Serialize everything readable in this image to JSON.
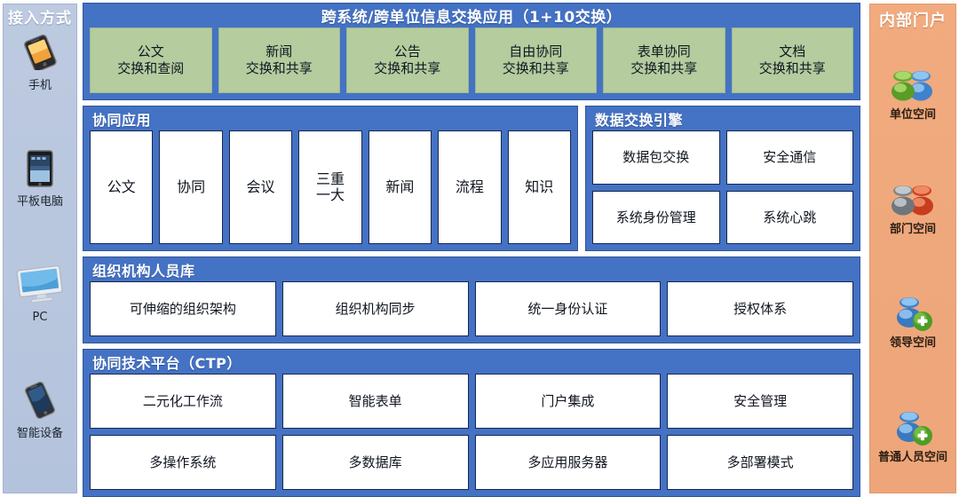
{
  "access": {
    "title": "接入方式",
    "items": [
      {
        "label": "手机",
        "icon": "mobile-phone-icon"
      },
      {
        "label": "平板电脑",
        "icon": "tablet-icon"
      },
      {
        "label": "PC",
        "icon": "desktop-monitor-icon"
      },
      {
        "label": "智能设备",
        "icon": "smart-device-icon"
      }
    ]
  },
  "exchange": {
    "title": "跨系统/跨单位信息交换应用（1+10交换）",
    "items": [
      "公文\n交换和查阅",
      "新闻\n交换和共享",
      "公告\n交换和共享",
      "自由协同\n交换和共享",
      "表单协同\n交换和共享",
      "文档\n交换和共享"
    ]
  },
  "collab": {
    "title": "协同应用",
    "items": [
      "公文",
      "协同",
      "会议",
      "三重\n一大",
      "新闻",
      "流程",
      "知识"
    ]
  },
  "engine": {
    "title": "数据交换引擎",
    "row1": [
      "数据包交换",
      "安全通信"
    ],
    "row2": [
      "系统身份管理",
      "系统心跳"
    ]
  },
  "org": {
    "title": "组织机构人员库",
    "items": [
      "可伸缩的组织架构",
      "组织机构同步",
      "统一身份认证",
      "授权体系"
    ]
  },
  "ctp": {
    "title": "协同技术平台（CTP）",
    "row1": [
      "二元化工作流",
      "智能表单",
      "门户集成",
      "安全管理"
    ],
    "row2": [
      "多操作系统",
      "多数据库",
      "多应用服务器",
      "多部署模式"
    ]
  },
  "portal": {
    "title": "内部门户",
    "items": [
      {
        "label": "单位空间",
        "icon": "group-green-blue-icon"
      },
      {
        "label": "部门空间",
        "icon": "group-gray-red-icon"
      },
      {
        "label": "领导空间",
        "icon": "person-add-icon"
      },
      {
        "label": "普通人员空间",
        "icon": "person-add-icon"
      }
    ]
  },
  "colors": {
    "panel_blue": "#4472C4",
    "panel_border": "#2F5597",
    "cell_green": "#B4CC9E",
    "cell_border": "#17294D",
    "sidebar_left": "#B8C6DE",
    "sidebar_right": "#F0A87C"
  }
}
